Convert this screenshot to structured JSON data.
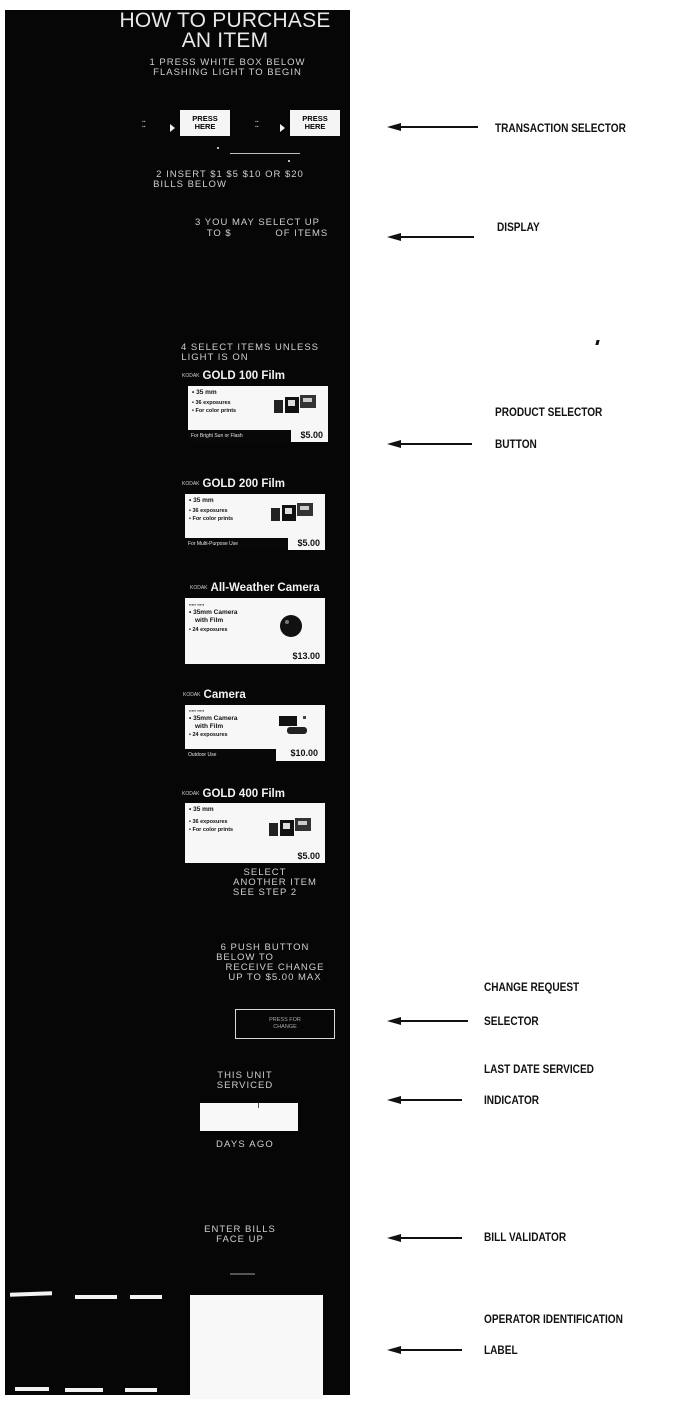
{
  "panel": {
    "title_line1": "HOW TO PURCHASE",
    "title_line2": "AN ITEM",
    "step1_line1": "1 PRESS WHITE BOX BELOW",
    "step1_line2": "FLASHING LIGHT TO BEGIN",
    "press_btn_1_line1": "PRESS",
    "press_btn_1_line2": "HERE",
    "press_btn_2_line1": "PRESS",
    "press_btn_2_line2": "HERE",
    "step2_line1": "2 INSERT $1 $5 $10 OR $20",
    "step2_line2": "BILLS BELOW",
    "step3_line1": "3 YOU MAY SELECT UP",
    "step3_line2": "TO $            OF ITEMS",
    "step4_line1": "4 SELECT ITEMS UNLESS",
    "step4_line2": "LIGHT IS ON",
    "products": [
      {
        "brand": "KODAK",
        "name": "GOLD 100 Film",
        "lines": [
          "• 35 mm",
          "• 36 exposures",
          "• For color prints"
        ],
        "footer": "For Bright Sun or Flash",
        "price": "$5.00"
      },
      {
        "brand": "KODAK",
        "name": "GOLD 200 Film",
        "lines": [
          "• 35 mm",
          "• 36 exposures",
          "• For color prints"
        ],
        "footer": "For Multi-Purpose Use",
        "price": "$5.00"
      },
      {
        "brand": "KODAK",
        "name": "All-Weather Camera",
        "lines": [
          "• 35mm Camera",
          "with Film",
          "• 24 exposures"
        ],
        "footer": "",
        "price": "$13.00"
      },
      {
        "brand": "KODAK",
        "name": "Camera",
        "lines": [
          "• 35mm Camera",
          "with Film",
          "• 24 exposures"
        ],
        "footer": "Outdoor Use",
        "price": "$10.00"
      },
      {
        "brand": "KODAK",
        "name": "GOLD 400 Film",
        "lines": [
          "• 35 mm",
          "• 36 exposures",
          "• For color prints"
        ],
        "footer": "",
        "price": "$5.00"
      }
    ],
    "step5_line1": "SELECT",
    "step5_line2": "ANOTHER ITEM",
    "step5_line3": "SEE STEP 2",
    "step6_line1": "6 PUSH BUTTON",
    "step6_line2": "BELOW TO",
    "step6_line3": "RECEIVE CHANGE",
    "step6_line4": "UP TO $5.00 MAX",
    "change_button_line1": "PRESS FOR",
    "change_button_line2": "CHANGE",
    "service_line1": "THIS UNIT",
    "service_line2": "SERVICED",
    "days_ago": "DAYS AGO",
    "enter_bills_line1": "ENTER BILLS",
    "enter_bills_line2": "FACE UP"
  },
  "callouts": {
    "transaction_selector": "TRANSACTION SELECTOR",
    "display": "DISPLAY",
    "product_selector_line1": "PRODUCT SELECTOR",
    "product_selector_line2": "BUTTON",
    "change_request_line1": "CHANGE REQUEST",
    "change_request_line2": "SELECTOR",
    "last_date_line1": "LAST DATE SERVICED",
    "last_date_line2": "INDICATOR",
    "bill_validator": "BILL VALIDATOR",
    "operator_id_line1": "OPERATOR IDENTIFICATION",
    "operator_id_line2": "LABEL"
  },
  "colors": {
    "panel": "#060606",
    "text_on_panel": "#e8e8e8",
    "callout_text": "#111111"
  }
}
